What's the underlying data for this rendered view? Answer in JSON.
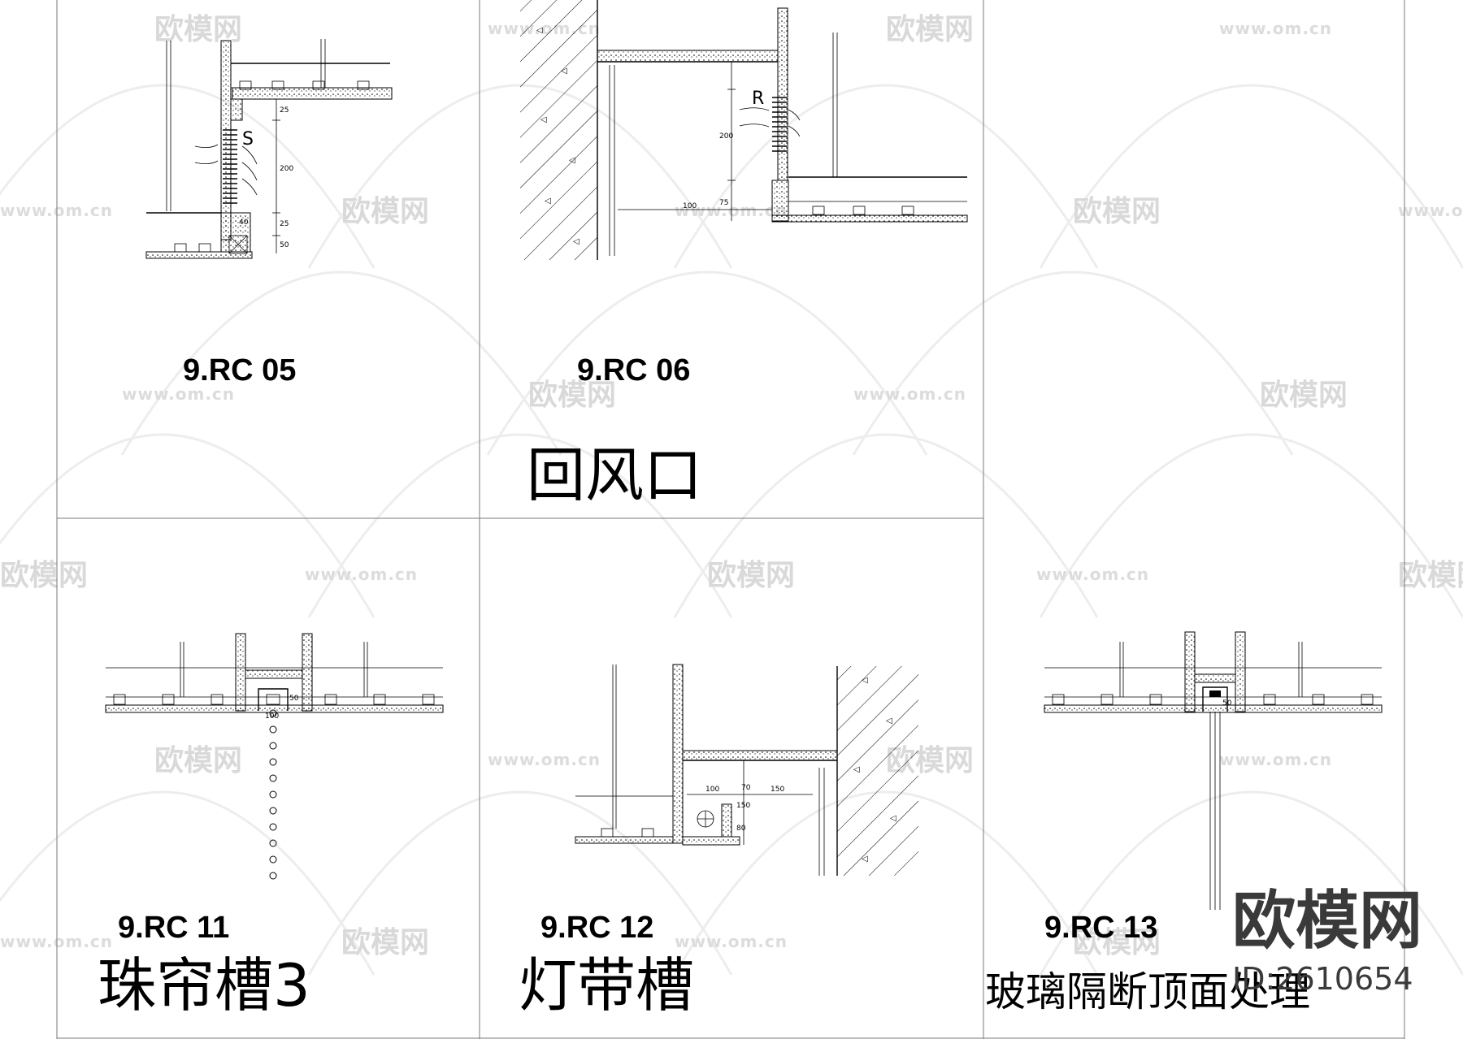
{
  "sheet": {
    "panels": [
      {
        "code": "9.RC 05",
        "title": ""
      },
      {
        "code": "9.RC 06",
        "title": "回风口"
      },
      {
        "code": "9.RC 11",
        "title": "珠帘槽3"
      },
      {
        "code": "9.RC 12",
        "title": "灯带槽"
      },
      {
        "code": "9.RC 13",
        "title": "玻璃隔断顶面处理"
      }
    ],
    "dimensions": {
      "rc05": [
        "25",
        "200",
        "25",
        "50",
        "40"
      ],
      "rc06": [
        "200",
        "75",
        "100"
      ],
      "rc11": [
        "100",
        "50"
      ],
      "rc12": [
        "100",
        "70",
        "150",
        "150",
        "80"
      ],
      "rc13": [
        "50"
      ]
    },
    "markers": {
      "supply": "S",
      "return": "R"
    }
  },
  "watermark": {
    "logo_text": "欧模网",
    "url_text": "www.om.cn",
    "stamp_logo": "欧模网",
    "stamp_id": "ID:2610654"
  }
}
